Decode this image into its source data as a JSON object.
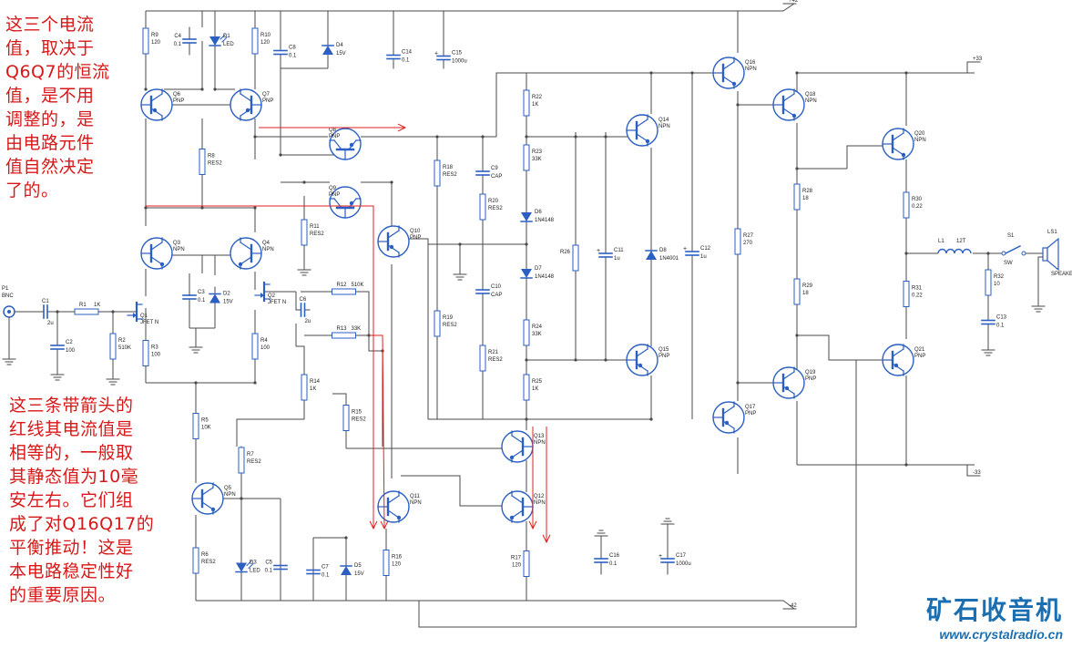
{
  "notes": {
    "top": [
      "这三个电流",
      "值，取决于",
      "Q6Q7的恒流",
      "值，是不用",
      "调整的，是",
      "由电路元件",
      "值自然决定",
      "了的。"
    ],
    "bottom": [
      "这三条带箭头的",
      "红线其电流值是",
      "相等的，一般取",
      "其静态值为10毫",
      "安左右。它们组",
      "成了对Q16Q17的",
      "平衡推动！这是",
      "本电路稳定性好",
      "的重要原因。"
    ]
  },
  "brand": {
    "cn": "矿石收音机",
    "url": "www.crystalradio.cn"
  },
  "colors": {
    "wire": "#4a4a4a",
    "body": "#2b5fc2",
    "red": "#e02020",
    "text": "#222222",
    "brand": "#1b6fb0"
  },
  "rails": {
    "pos42": "+42",
    "neg42": "-42",
    "pos33": "+33",
    "neg33": "-33"
  },
  "parts": [
    {
      "ref": "R9",
      "val": "120"
    },
    {
      "ref": "C4",
      "val": "0.1"
    },
    {
      "ref": "D1",
      "val": "LED"
    },
    {
      "ref": "R10",
      "val": "120"
    },
    {
      "ref": "C8",
      "val": "0.1"
    },
    {
      "ref": "D4",
      "val": "15V"
    },
    {
      "ref": "C14",
      "val": "0.1"
    },
    {
      "ref": "C15",
      "val": "1000u"
    },
    {
      "ref": "Q6",
      "val": "PNP"
    },
    {
      "ref": "Q7",
      "val": "PNP"
    },
    {
      "ref": "R8",
      "val": "RES2"
    },
    {
      "ref": "Q8",
      "val": "PNP"
    },
    {
      "ref": "Q9",
      "val": "PNP"
    },
    {
      "ref": "R11",
      "val": "RES2"
    },
    {
      "ref": "Q3",
      "val": "NPN"
    },
    {
      "ref": "Q4",
      "val": "NPN"
    },
    {
      "ref": "C3",
      "val": "0.1"
    },
    {
      "ref": "D2",
      "val": "15V"
    },
    {
      "ref": "Q1",
      "val": "JFET N"
    },
    {
      "ref": "Q2",
      "val": "JFET N"
    },
    {
      "ref": "P1",
      "val": "BNC"
    },
    {
      "ref": "C1",
      "val": "2u"
    },
    {
      "ref": "R1",
      "val": "1K"
    },
    {
      "ref": "R2",
      "val": "510K"
    },
    {
      "ref": "C2",
      "val": "100"
    },
    {
      "ref": "R3",
      "val": "100"
    },
    {
      "ref": "R4",
      "val": "100"
    },
    {
      "ref": "C6",
      "val": "2u"
    },
    {
      "ref": "R12",
      "val": "510K"
    },
    {
      "ref": "R13",
      "val": "33K"
    },
    {
      "ref": "R14",
      "val": "1K"
    },
    {
      "ref": "R15",
      "val": "RES2"
    },
    {
      "ref": "Q10",
      "val": "PNP"
    },
    {
      "ref": "R5",
      "val": "10K"
    },
    {
      "ref": "R7",
      "val": "RES2"
    },
    {
      "ref": "Q5",
      "val": "NPN"
    },
    {
      "ref": "R6",
      "val": "RES2"
    },
    {
      "ref": "D3",
      "val": "LED"
    },
    {
      "ref": "C5",
      "val": "0.1"
    },
    {
      "ref": "C7",
      "val": "0.1"
    },
    {
      "ref": "D5",
      "val": "15V"
    },
    {
      "ref": "R16",
      "val": "120"
    },
    {
      "ref": "Q11",
      "val": "NPN"
    },
    {
      "ref": "R18",
      "val": "RES2"
    },
    {
      "ref": "C9",
      "val": "CAP"
    },
    {
      "ref": "R20",
      "val": "RES2"
    },
    {
      "ref": "C10",
      "val": "CAP"
    },
    {
      "ref": "R19",
      "val": "RES2"
    },
    {
      "ref": "R21",
      "val": "RES2"
    },
    {
      "ref": "R22",
      "val": "1K"
    },
    {
      "ref": "R23",
      "val": "33K"
    },
    {
      "ref": "D6",
      "val": "1N4148"
    },
    {
      "ref": "D7",
      "val": "1N4148"
    },
    {
      "ref": "R24",
      "val": "33K"
    },
    {
      "ref": "R25",
      "val": "1K"
    },
    {
      "ref": "Q13",
      "val": "NPN"
    },
    {
      "ref": "Q12",
      "val": "NPN"
    },
    {
      "ref": "R17",
      "val": "120"
    },
    {
      "ref": "C16",
      "val": "0.1"
    },
    {
      "ref": "C17",
      "val": "1000u"
    },
    {
      "ref": "Q14",
      "val": "NPN"
    },
    {
      "ref": "Q15",
      "val": "PNP"
    },
    {
      "ref": "R26",
      "val": ""
    },
    {
      "ref": "C11",
      "val": "1u"
    },
    {
      "ref": "D8",
      "val": "1N4001"
    },
    {
      "ref": "C12",
      "val": "1u"
    },
    {
      "ref": "Q16",
      "val": "NPN"
    },
    {
      "ref": "Q17",
      "val": "PNP"
    },
    {
      "ref": "R27",
      "val": "270"
    },
    {
      "ref": "Q18",
      "val": "NPN"
    },
    {
      "ref": "Q19",
      "val": "PNP"
    },
    {
      "ref": "R28",
      "val": "18"
    },
    {
      "ref": "R29",
      "val": "18"
    },
    {
      "ref": "Q20",
      "val": "NPN"
    },
    {
      "ref": "Q21",
      "val": "PNP"
    },
    {
      "ref": "R30",
      "val": "0.22"
    },
    {
      "ref": "R31",
      "val": "0.22"
    },
    {
      "ref": "L1",
      "val": "12T"
    },
    {
      "ref": "R32",
      "val": "10"
    },
    {
      "ref": "C13",
      "val": "0.1"
    },
    {
      "ref": "S1",
      "val": "SW"
    },
    {
      "ref": "LS1",
      "val": "SPEAKER"
    }
  ]
}
